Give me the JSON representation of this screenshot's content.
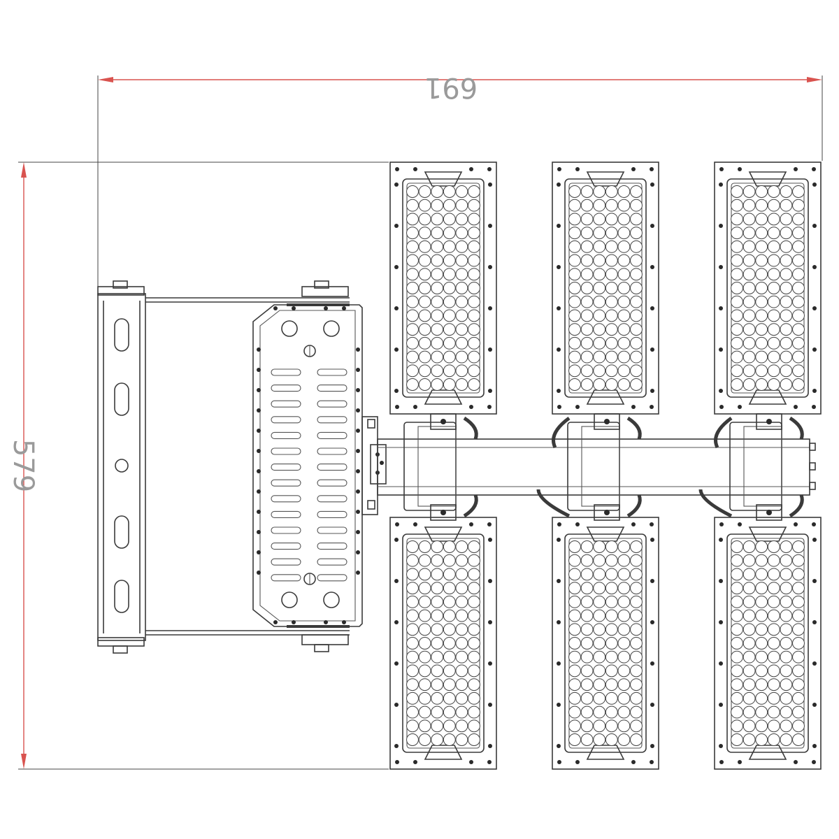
{
  "dimensions": {
    "width_label": "691",
    "height_label": "579",
    "dimension_color": "#d9534f"
  },
  "drawing": {
    "module_count": 6,
    "module_rows": 2,
    "module_columns": 3,
    "led_columns_per_module": 6,
    "led_rows_per_module": 15
  }
}
